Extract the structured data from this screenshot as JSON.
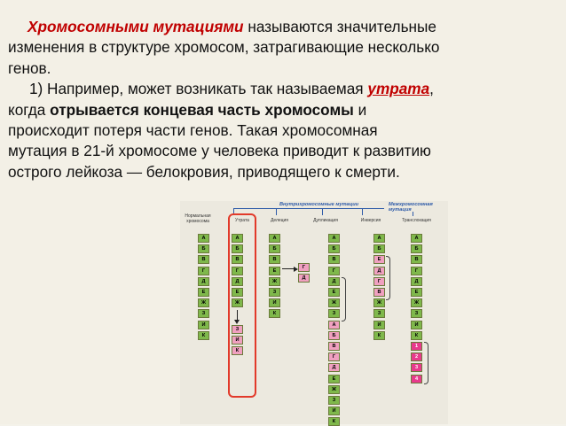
{
  "paragraphs": {
    "p1_term": "Хромосомными мутациями",
    "p1_rest_a": " называются значительные",
    "p1_rest_b": "изменения в структуре хромосом, затрагивающие несколько",
    "p1_rest_c": "генов.",
    "p2_a": "1) Например, может возникать так называемая ",
    "p2_term": "утрата",
    "p2_after_term": ",",
    "p2_b": "когда ",
    "p2_bold": "отрывается концевая часть хромосомы",
    "p2_c": " и",
    "p2_d": "происходит потеря части генов. Такая хромосомная",
    "p2_e": "мутация в 21-й хромосоме у человека приводит к развитию",
    "p2_f": "острого лейкоза — белокровия, приводящего к смерти."
  },
  "diagram": {
    "hdr_intra": "Внутрихромосомные мутации",
    "hdr_inter": "Межхромосомная мутация",
    "col_normal": "Нормальная хромосома",
    "col_loss": "Утрата",
    "col_deletion": "Делеция",
    "col_dup": "Дупликация",
    "col_inv": "Инверсия",
    "col_trans": "Транслокация",
    "normal": [
      "А",
      "Б",
      "В",
      "Г",
      "Д",
      "Е",
      "Ж",
      "З",
      "И",
      "К"
    ],
    "loss_top": [
      "А",
      "Б",
      "В",
      "Г",
      "Д",
      "Е",
      "Ж"
    ],
    "loss_bottom": [
      "З",
      "И",
      "К"
    ],
    "deletion_main": [
      "А",
      "Б",
      "В",
      "Е",
      "Ж",
      "З",
      "И",
      "К"
    ],
    "deletion_side": [
      "Г",
      "Д"
    ],
    "dup": [
      "А",
      "Б",
      "В",
      "Г",
      "Д",
      "Е",
      "Ж",
      "З",
      "А",
      "Б",
      "В",
      "Г",
      "Д",
      "Е",
      "Ж",
      "З",
      "И",
      "К"
    ],
    "inv": [
      "А",
      "Б",
      "Е",
      "Д",
      "Г",
      "В",
      "Ж",
      "З",
      "И",
      "К"
    ],
    "trans": [
      "А",
      "Б",
      "В",
      "Г",
      "Д",
      "Е",
      "Ж",
      "З",
      "И",
      "К",
      "1",
      "2",
      "3",
      "4"
    ]
  },
  "colors": {
    "accent_red": "#c00000",
    "cell_green": "#7fb84b",
    "cell_pink": "#f0a0c0",
    "cell_magenta": "#e83a8d",
    "highlight_box": "#e23a2a"
  }
}
